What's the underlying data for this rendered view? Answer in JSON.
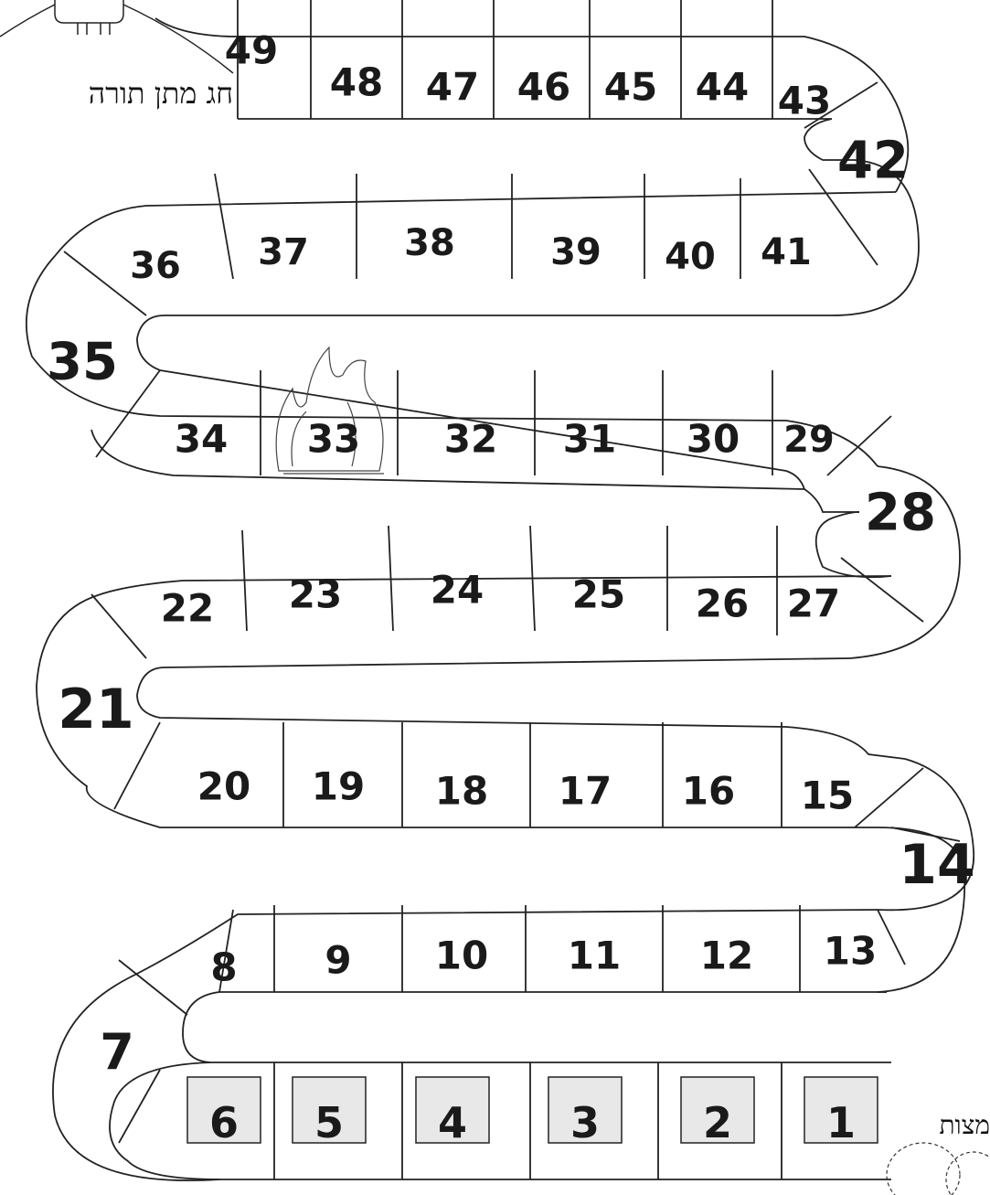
{
  "board": {
    "start_label": "מצות",
    "end_label": "חג מתן תורה",
    "squares": [
      "1",
      "2",
      "3",
      "4",
      "5",
      "6",
      "7",
      "8",
      "9",
      "10",
      "11",
      "12",
      "13",
      "14",
      "15",
      "16",
      "17",
      "18",
      "19",
      "20",
      "21",
      "22",
      "23",
      "24",
      "25",
      "26",
      "27",
      "28",
      "29",
      "30",
      "31",
      "32",
      "33",
      "34",
      "35",
      "36",
      "37",
      "38",
      "39",
      "40",
      "41",
      "42",
      "43",
      "44",
      "45",
      "46",
      "47",
      "48",
      "49"
    ],
    "matzah_squares": [
      1,
      2,
      3,
      4,
      5,
      6
    ],
    "fire_square": 33,
    "colors": {
      "ink": "#222222",
      "paper": "#ffffff",
      "shade": "#ececec"
    }
  }
}
